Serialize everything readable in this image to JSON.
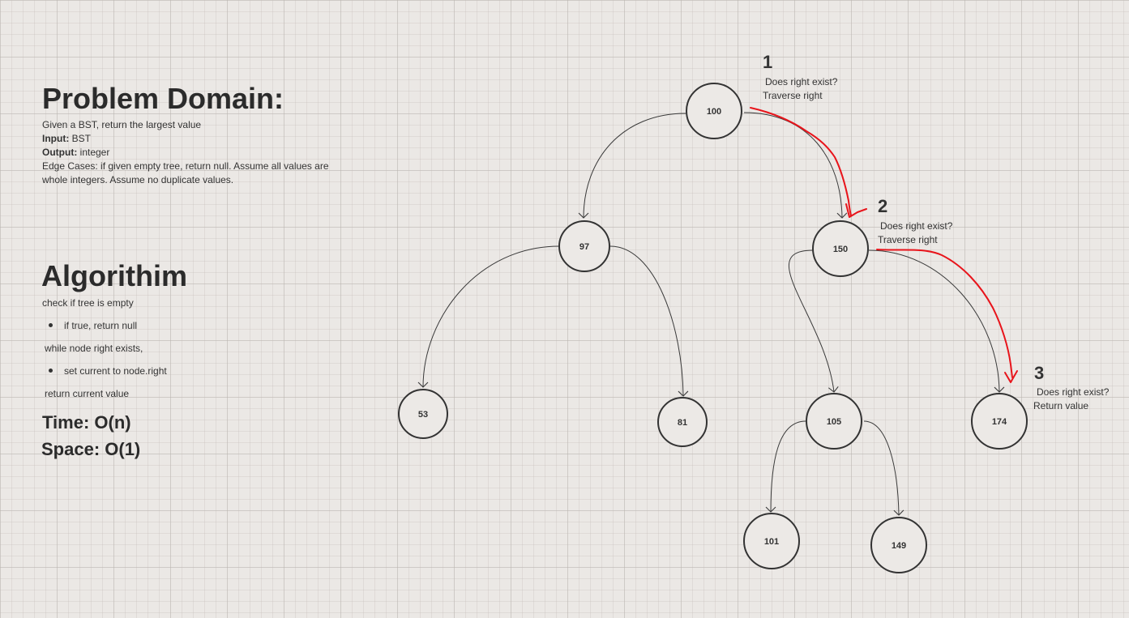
{
  "problem": {
    "heading": "Problem Domain:",
    "description": "Given a BST, return the largest value",
    "input_label": "Input:",
    "input_value": " BST",
    "output_label": "Output:",
    "output_value": " integer",
    "edge_cases_line1": "Edge Cases: if given empty tree, return null. Assume all values are",
    "edge_cases_line2": "whole integers. Assume no duplicate values."
  },
  "algorithm": {
    "heading": "Algorithim",
    "step1": "check if tree is empty",
    "bullet1": "if true, return null",
    "step2": "while node right exists,",
    "bullet2": "set current to node.right",
    "step3": "return current value",
    "time": "Time: O(n)",
    "space": "Space: O(1)"
  },
  "tree": {
    "nodes": [
      "100",
      "97",
      "150",
      "53",
      "81",
      "105",
      "174",
      "101",
      "149"
    ]
  },
  "annotations": [
    {
      "number": "1",
      "line1": "Does right exist?",
      "line2": "Traverse right"
    },
    {
      "number": "2",
      "line1": "Does right exist?",
      "line2": "Traverse right"
    },
    {
      "number": "3",
      "line1": "Does right exist?",
      "line2": "Return value"
    }
  ],
  "colors": {
    "highlight_path": "#e8141b",
    "edge": "#3a3a3a",
    "node_stroke": "#333333"
  }
}
